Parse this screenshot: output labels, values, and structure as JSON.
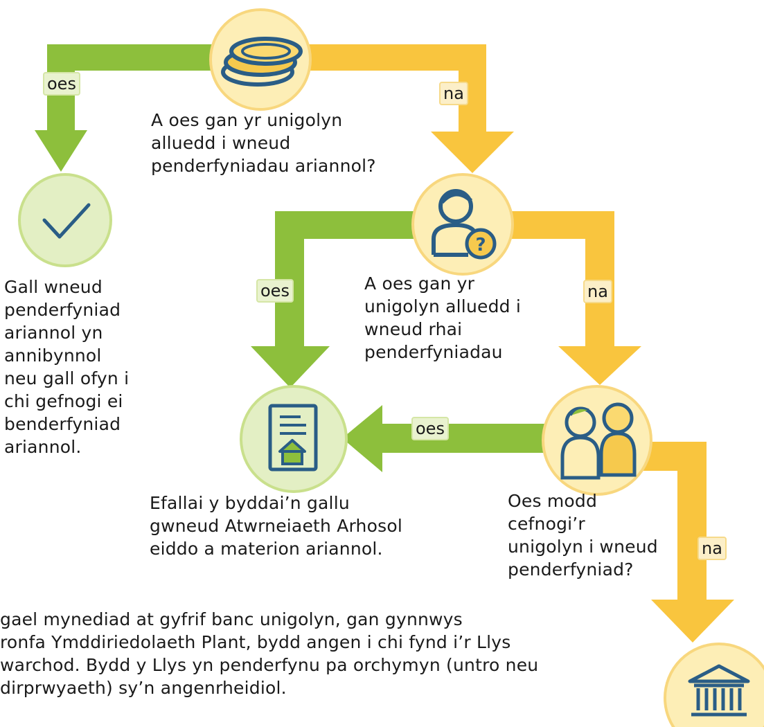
{
  "questions": {
    "capacity_q": "A oes gan yr unigolyn\nalluedd i wneud\npenderfyniadau ariannol?",
    "some_decisions_q": " A oes gan yr\nunigolyn alluedd i\nwneud rhai\npenderfyniadau",
    "support_q": "Oes modd\ncefnogi’r\nunigolyn i wneud\npenderfyniad?"
  },
  "outcomes": {
    "independent": " Gall wneud\npenderfyniad\nariannol yn\nannibynnol\nneu gall ofyn i\nchi gefnogi ei\nbenderfyniad\nariannol.",
    "lpa": "Efallai y byddai’n gallu\ngwneud Atwrneiaeth Arhosol\neiddo a materion ariannol.",
    "court": "gael mynediad at gyfrif banc unigolyn, gan gynnwys\nronfa Ymddiriedolaeth  Plant, bydd angen i chi fynd i’r Llys\nwarchod. Bydd y Llys yn penderfynu pa orchymyn (untro neu\ndirprwyaeth) sy’n angenrheidiol."
  },
  "labels": {
    "yes": "oes",
    "no": "na"
  },
  "icons": [
    "coins-icon",
    "person-question-icon",
    "two-people-icon",
    "checkmark-icon",
    "document-house-icon",
    "courthouse-icon"
  ],
  "colors": {
    "green": "#8dbf3c",
    "yellow": "#f9c53e",
    "circle_yellow_fill": "#fdeeb6",
    "circle_yellow_ring": "#f8d77e",
    "circle_green_fill": "#e3efc4",
    "circle_green_ring": "#c9e08c",
    "icon_blue": "#2a5d86"
  }
}
